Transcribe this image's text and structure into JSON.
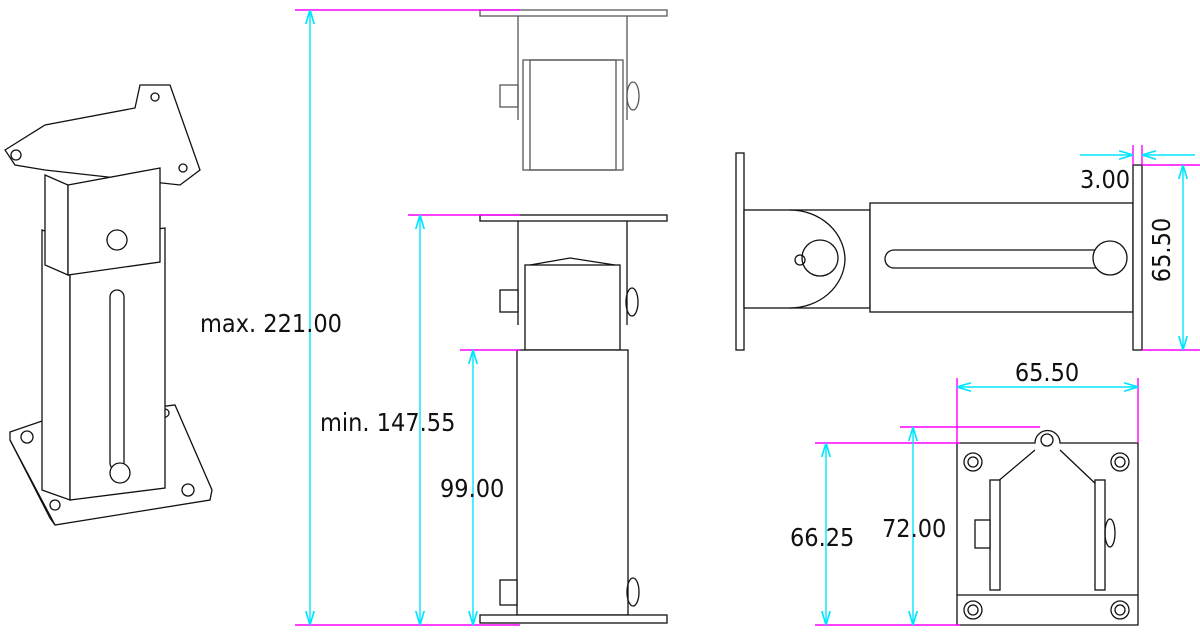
{
  "drawing": {
    "dimensions": {
      "max_height": "max. 221.00",
      "min_height": "min. 147.55",
      "base_height": "99.00",
      "plate_thickness": "3.00",
      "plate_height_side": "65.50",
      "plate_width_bottom": "65.50",
      "hole_spacing": "66.25",
      "plate_depth": "72.00"
    },
    "colors": {
      "extension_line": "#ff00ff",
      "dimension_line": "#00e5ff",
      "outline": "#111111"
    }
  }
}
